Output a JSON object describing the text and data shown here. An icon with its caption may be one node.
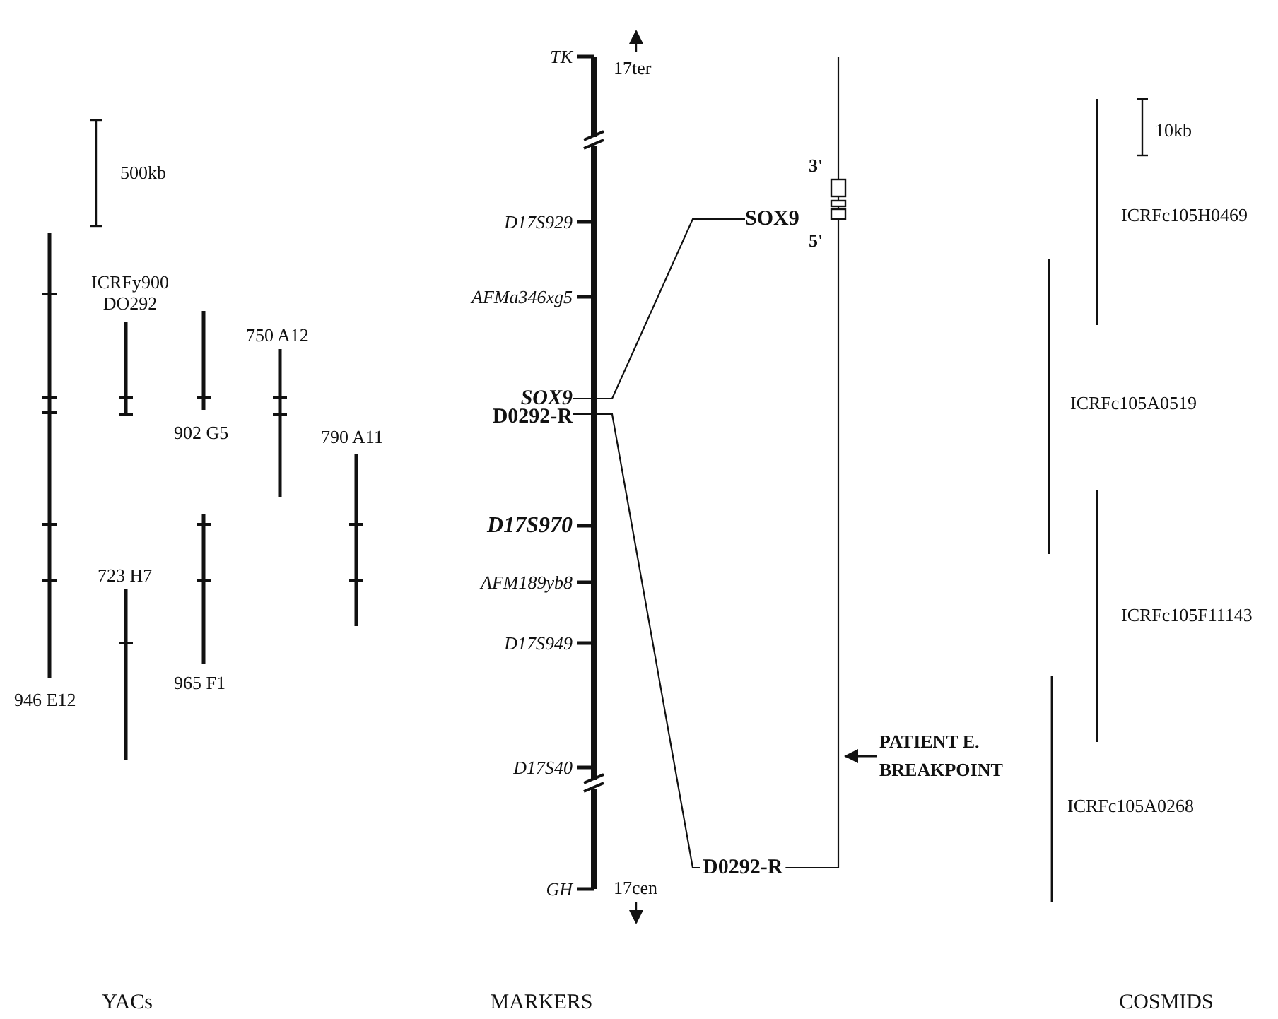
{
  "diagram": {
    "nodes": [
      {
        "text": [
          "SOX9"
        ]
      },
      {
        "text": [
          "D0292-R"
        ]
      },
      {
        "text": [
          "SOX9"
        ]
      },
      {
        "text": [
          "D0292-R"
        ]
      },
      {
        "text": [
          "PATIENT E. BREAKPOINT"
        ]
      }
    ],
    "edges": [
      {
        "from": 0,
        "to": 2,
        "arrow": "none"
      },
      {
        "from": 1,
        "to": 3,
        "arrow": "none"
      },
      {
        "from": 4,
        "to": null,
        "arrow": "to"
      }
    ],
    "labels": [
      "TK",
      "17ter",
      "500kb",
      "10kb",
      "D17S929",
      "3'",
      "ICRFc105H0469",
      "5'",
      "ICRFy900 DO292",
      "AFMa346xg5",
      "750 A12",
      "ICRFc105A0519",
      "902 G5",
      "790 A11",
      "D17S970",
      "AFM189yb8",
      "723 H7",
      "ICRFc105F11143",
      "D17S949",
      "946 E12",
      "965 F1",
      "D17S40",
      "ICRFc105A0268",
      "GH",
      "17cen",
      "YACs",
      "MARKERS",
      "COSMIDS"
    ]
  }
}
